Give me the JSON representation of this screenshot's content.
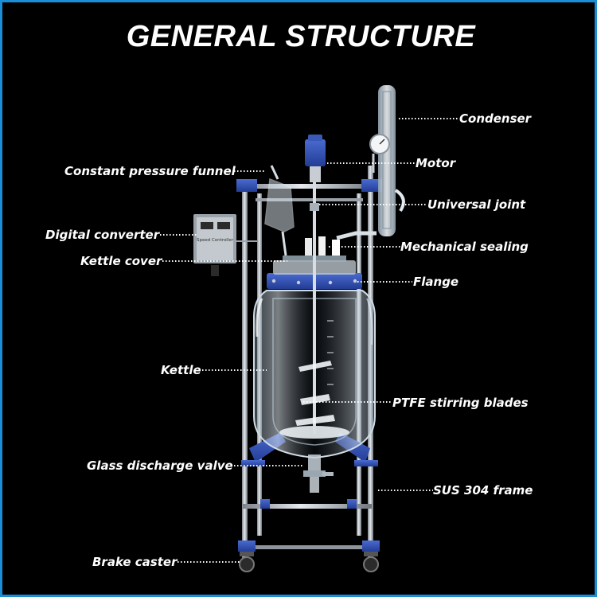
{
  "title": "GENERAL STRUCTURE",
  "colors": {
    "background": "#000000",
    "border": "#1a8fd8",
    "frame_blue": "#2f4fb5",
    "steel": "#b9bfc6",
    "leader": "#ffffff"
  },
  "device_panel_text": "Speed Controller",
  "labels": {
    "condenser": "Condenser",
    "motor": "Motor",
    "universal_joint": "Universal joint",
    "mechanical_sealing": "Mechanical sealing",
    "flange": "Flange",
    "ptfe_blades": "PTFE stirring blades",
    "sus_frame": "SUS 304 frame",
    "pressure_funnel": "Constant pressure funnel",
    "digital_converter": "Digital converter",
    "kettle_cover": "Kettle cover",
    "kettle": "Kettle",
    "discharge_valve": "Glass discharge valve",
    "brake_caster": "Brake caster"
  }
}
